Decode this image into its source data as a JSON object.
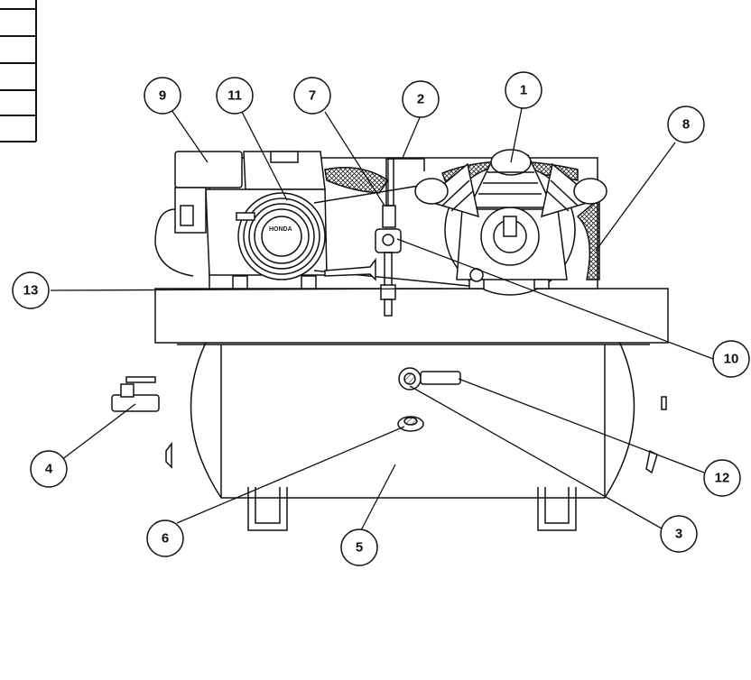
{
  "engine_brand": "HONDA",
  "callouts": [
    {
      "id": "1",
      "label": "1"
    },
    {
      "id": "2",
      "label": "2"
    },
    {
      "id": "3",
      "label": "3"
    },
    {
      "id": "4",
      "label": "4"
    },
    {
      "id": "5",
      "label": "5"
    },
    {
      "id": "6",
      "label": "6"
    },
    {
      "id": "7",
      "label": "7"
    },
    {
      "id": "8",
      "label": "8"
    },
    {
      "id": "9",
      "label": "9"
    },
    {
      "id": "10",
      "label": "10"
    },
    {
      "id": "11",
      "label": "11"
    },
    {
      "id": "12",
      "label": "12"
    },
    {
      "id": "13",
      "label": "13"
    }
  ]
}
